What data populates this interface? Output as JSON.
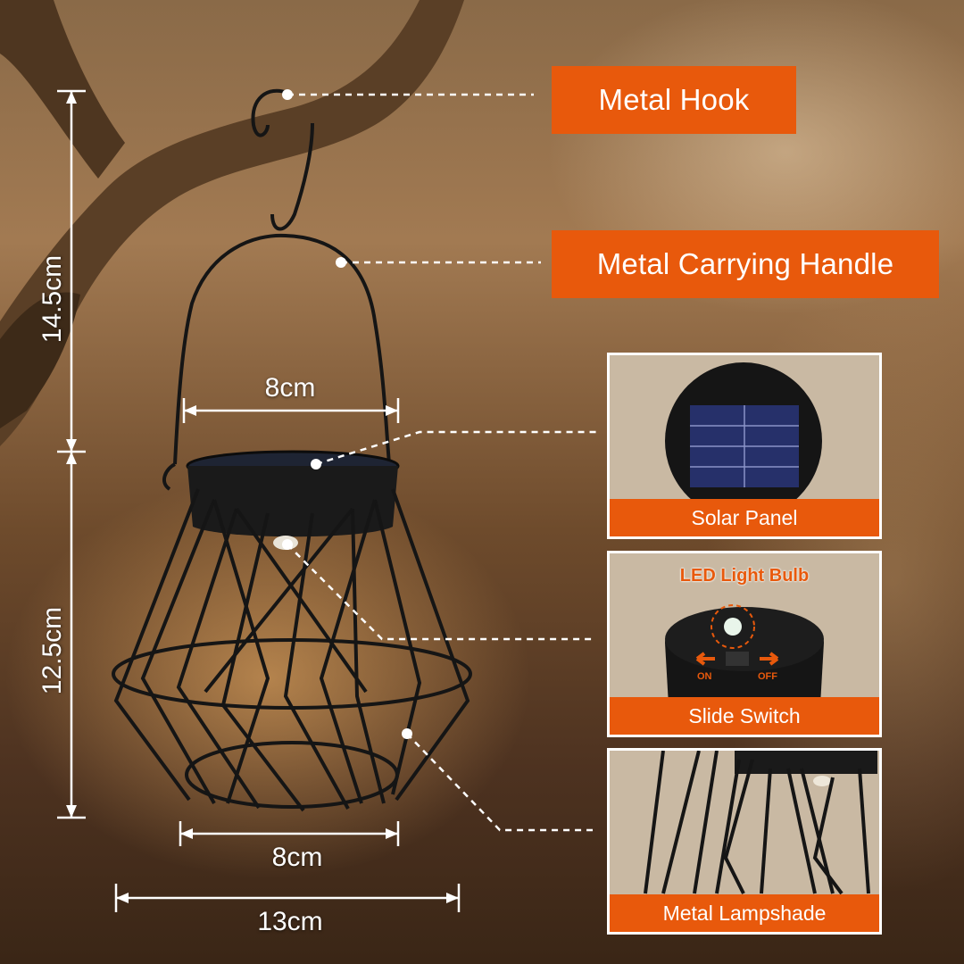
{
  "labels": {
    "hook": "Metal Hook",
    "handle": "Metal Carrying Handle"
  },
  "dimensions": {
    "total_top": "14.5cm",
    "total_bottom": "12.5cm",
    "top_width": "8cm",
    "base_width": "8cm",
    "max_width": "13cm"
  },
  "insets": {
    "solar": {
      "caption": "Solar Panel"
    },
    "switch": {
      "caption": "Slide Switch",
      "note": "LED Light Bulb",
      "on": "ON",
      "off": "OFF"
    },
    "shade": {
      "caption": "Metal Lampshade"
    }
  },
  "colors": {
    "accent": "#e8590c",
    "frame": "#ffffff",
    "metal": "#151515"
  }
}
